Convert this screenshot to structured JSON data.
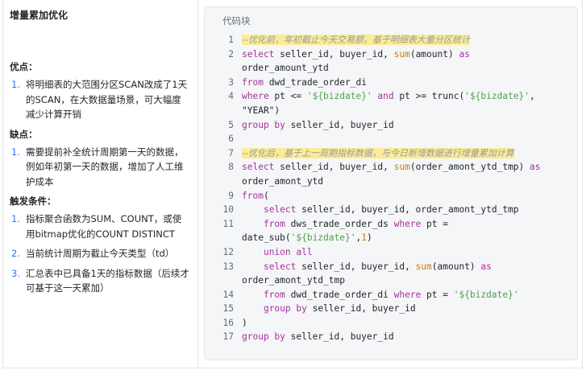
{
  "left": {
    "title": "增量累加优化",
    "pros_heading": "优点：",
    "pros": [
      "将明细表的大范围分区SCAN改成了1天的SCAN，在大数据量场景，可大幅度减少计算开销"
    ],
    "cons_heading": "缺点：",
    "cons": [
      "需要提前补全统计周期第一天的数据，例如年初第一天的数据，增加了人工维护成本"
    ],
    "trigger_heading": "触发条件：",
    "triggers": [
      "指标聚合函数为SUM、COUNT，或使用bitmap优化的COUNT DISTINCT",
      "当前统计周期为截止今天类型（td）",
      "汇总表中已具备1天的指标数据（后续才可基于这一天累加）"
    ]
  },
  "code_block": {
    "label": "代码块",
    "lines": [
      [
        [
          "c",
          "--优化前，年初截止今天交易额，基于明细表大量分区统计"
        ]
      ],
      [
        [
          "k",
          "select"
        ],
        [
          "t",
          " seller_id, buyer_id, "
        ],
        [
          "f",
          "sum"
        ],
        [
          "t",
          "(amount) "
        ],
        [
          "k",
          "as"
        ],
        [
          "t",
          " order_amount_ytd"
        ]
      ],
      [
        [
          "k",
          "from"
        ],
        [
          "t",
          " dwd_trade_order_di"
        ]
      ],
      [
        [
          "k",
          "where"
        ],
        [
          "t",
          " pt <= "
        ],
        [
          "s",
          "'${bizdate}'"
        ],
        [
          "t",
          " "
        ],
        [
          "k",
          "and"
        ],
        [
          "t",
          " pt >= trunc("
        ],
        [
          "s",
          "'${bizdate}'"
        ],
        [
          "t",
          ", \"YEAR\")"
        ]
      ],
      [
        [
          "k",
          "group by"
        ],
        [
          "t",
          " seller_id, buyer_id"
        ]
      ],
      [
        [
          "t",
          ""
        ]
      ],
      [
        [
          "c",
          "--优化后，基于上一周期指标数据，与今日新增数据进行增量累加计算"
        ]
      ],
      [
        [
          "k",
          "select"
        ],
        [
          "t",
          " seller_id, buyer_id, "
        ],
        [
          "f",
          "sum"
        ],
        [
          "t",
          "(order_amont_ytd_tmp) "
        ],
        [
          "k",
          "as"
        ],
        [
          "t",
          " order_amont_ytd"
        ]
      ],
      [
        [
          "k",
          "from"
        ],
        [
          "t",
          "("
        ]
      ],
      [
        [
          "t",
          "    "
        ],
        [
          "k",
          "select"
        ],
        [
          "t",
          " seller_id, buyer_id, order_amont_ytd_tmp"
        ]
      ],
      [
        [
          "t",
          "    "
        ],
        [
          "k",
          "from"
        ],
        [
          "t",
          " dws_trade_order_ds "
        ],
        [
          "k",
          "where"
        ],
        [
          "t",
          " pt = date_sub("
        ],
        [
          "s",
          "'${bizdate}'"
        ],
        [
          "t",
          ","
        ],
        [
          "n",
          "1"
        ],
        [
          "t",
          ")"
        ]
      ],
      [
        [
          "t",
          "    "
        ],
        [
          "k",
          "union all"
        ]
      ],
      [
        [
          "t",
          "    "
        ],
        [
          "k",
          "select"
        ],
        [
          "t",
          " seller_id, buyer_id, "
        ],
        [
          "f",
          "sum"
        ],
        [
          "t",
          "(amount) "
        ],
        [
          "k",
          "as"
        ],
        [
          "t",
          " order_amont_ytd_tmp"
        ]
      ],
      [
        [
          "t",
          "    "
        ],
        [
          "k",
          "from"
        ],
        [
          "t",
          " dwd_trade_order_di "
        ],
        [
          "k",
          "where"
        ],
        [
          "t",
          " pt = "
        ],
        [
          "s",
          "'${bizdate}'"
        ]
      ],
      [
        [
          "t",
          "    "
        ],
        [
          "k",
          "group by"
        ],
        [
          "t",
          " seller_id, buyer_id"
        ]
      ],
      [
        [
          "t",
          ")"
        ]
      ],
      [
        [
          "k",
          "group by"
        ],
        [
          "t",
          " seller_id, buyer_id"
        ]
      ]
    ]
  }
}
